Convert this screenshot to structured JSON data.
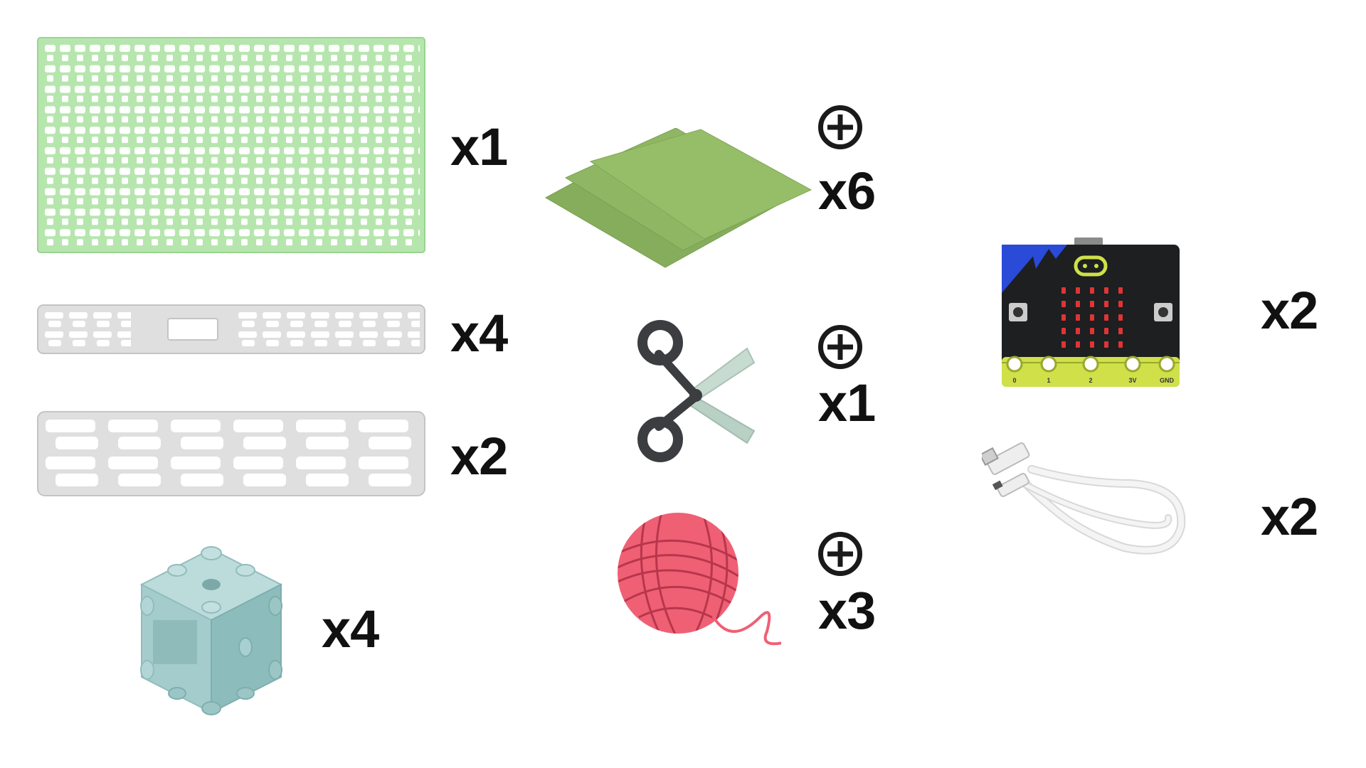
{
  "colors": {
    "grid_plate": "#b6e6ae",
    "grid_plate_edge": "#98d48f",
    "grey_parts": "#dfdfdf",
    "cube": "#a8cfcf",
    "paper": "#96bd68",
    "yarn": "#ef6075",
    "scissor_handle": "#3b3d40",
    "scissor_blade": "#c7dbd0",
    "microbit_board": "#1d1f21",
    "microbit_led": "#e03434",
    "microbit_pins": "#cfe049",
    "cable": "#f0f0f0"
  },
  "items": {
    "green_grid_plate": {
      "icon": "green-grid-plate-icon",
      "qty": "x1"
    },
    "short_grey_strip": {
      "icon": "grey-strip-short-icon",
      "qty": "x4"
    },
    "long_grey_strip": {
      "icon": "grey-strip-long-icon",
      "qty": "x2"
    },
    "connector_cube": {
      "icon": "connector-cube-icon",
      "qty": "x4"
    },
    "paper_sheets": {
      "icon": "paper-sheets-icon",
      "qty": "x6",
      "extra": "plus-circle-icon"
    },
    "scissors": {
      "icon": "scissors-icon",
      "qty": "x1",
      "extra": "plus-circle-icon"
    },
    "yarn_ball": {
      "icon": "yarn-ball-icon",
      "qty": "x3",
      "extra": "plus-circle-icon"
    },
    "microbit": {
      "icon": "microbit-board-icon",
      "qty": "x2",
      "pin_labels": [
        "0",
        "1",
        "2",
        "3V",
        "GND"
      ]
    },
    "usb_cable": {
      "icon": "usb-cable-icon",
      "qty": "x2"
    }
  }
}
